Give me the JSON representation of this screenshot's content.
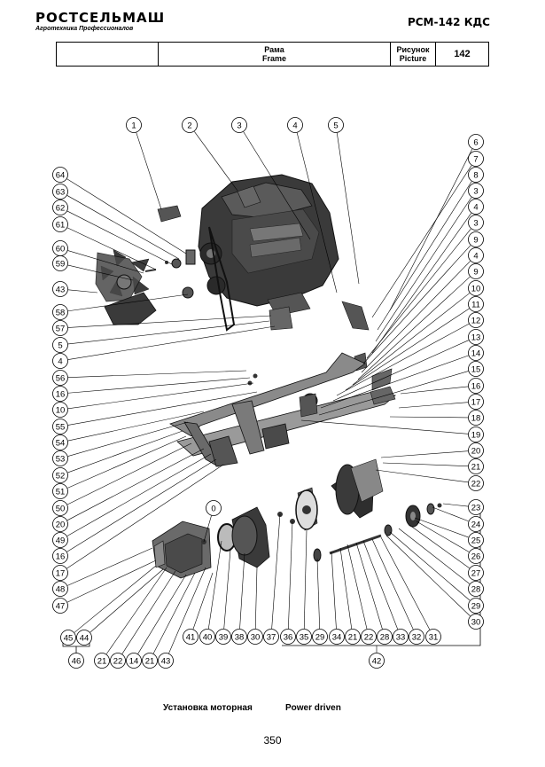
{
  "header": {
    "logo_text": "РОСТСЕЛЬМАШ",
    "logo_tagline": "Агротехника Профессионалов",
    "model": "РСМ-142 КДС",
    "section_ru": "Рама",
    "section_en": "Frame",
    "picture_label_ru": "Рисунок",
    "picture_label_en": "Picture",
    "picture_number": "142"
  },
  "diagram": {
    "callouts": [
      "1",
      "2",
      "3",
      "4",
      "5",
      "6",
      "7",
      "8",
      "3",
      "4",
      "3",
      "9",
      "4",
      "9",
      "10",
      "11",
      "12",
      "13",
      "14",
      "15",
      "16",
      "17",
      "18",
      "19",
      "20",
      "21",
      "22",
      "23",
      "24",
      "25",
      "26",
      "27",
      "28",
      "29",
      "30",
      "31",
      "32",
      "33",
      "28",
      "22",
      "21",
      "34",
      "29",
      "35",
      "36",
      "37",
      "30",
      "38",
      "39",
      "40",
      "41",
      "64",
      "63",
      "62",
      "61",
      "60",
      "59",
      "43",
      "58",
      "57",
      "5",
      "4",
      "56",
      "16",
      "10",
      "55",
      "54",
      "53",
      "52",
      "51",
      "50",
      "20",
      "49",
      "16",
      "17",
      "48",
      "47",
      "0",
      "45",
      "44",
      "46",
      "21",
      "22",
      "14",
      "21",
      "43",
      "42"
    ]
  },
  "footer": {
    "caption_ru": "Установка моторная",
    "caption_en": "Power driven",
    "page_number": "350"
  }
}
